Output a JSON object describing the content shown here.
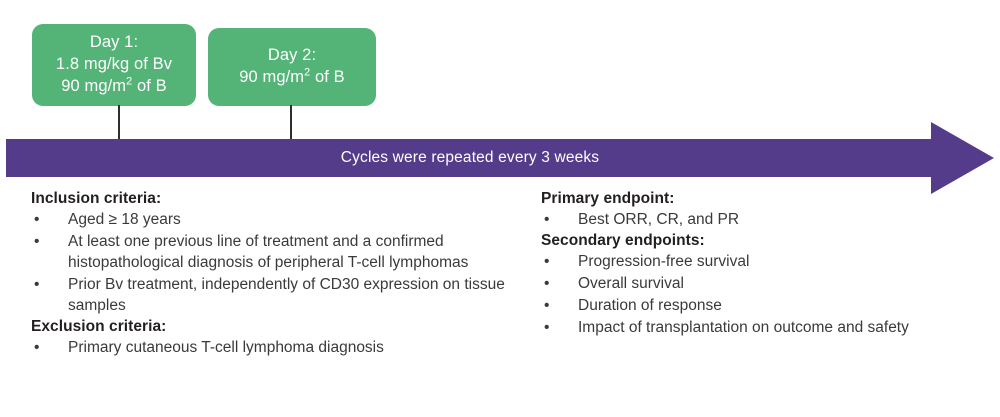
{
  "schedule": {
    "boxes": [
      {
        "name": "day-1",
        "lines": [
          "Day 1:",
          "1.8 mg/kg of Bv",
          "90 mg/m|2| of B"
        ],
        "color": "#54B377"
      },
      {
        "name": "day-2",
        "lines": [
          "Day 2:",
          "90 mg/m|2| of B"
        ],
        "color": "#54B377"
      }
    ],
    "arrow": {
      "label": "Cycles were repeated every 3 weeks",
      "color": "#553C8B",
      "text_color": "#FFFFFF"
    }
  },
  "left_column": {
    "inclusion": {
      "heading": "Inclusion criteria:",
      "items": [
        "Aged ≥ 18 years",
        "At least one previous line of treatment and a confirmed histopathological diagnosis of peripheral T-cell lymphomas",
        "Prior Bv treatment, independently of CD30 expression on tissue samples"
      ]
    },
    "exclusion": {
      "heading": "Exclusion criteria:",
      "items": [
        "Primary cutaneous T-cell lymphoma diagnosis"
      ]
    }
  },
  "right_column": {
    "primary": {
      "heading": "Primary endpoint:",
      "items": [
        "Best ORR, CR, and PR"
      ]
    },
    "secondary": {
      "heading": "Secondary endpoints:",
      "items": [
        "Progression-free survival",
        "Overall survival",
        "Duration of response",
        "Impact of transplantation on outcome and safety"
      ]
    }
  },
  "symbols": {
    "bullet": "•"
  }
}
